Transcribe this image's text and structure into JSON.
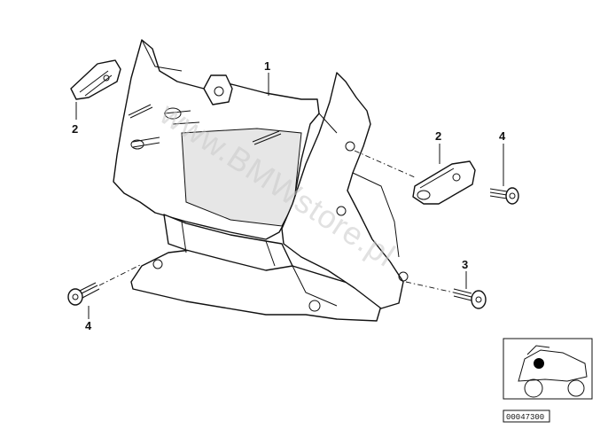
{
  "callouts": [
    {
      "id": "1",
      "label": "1"
    },
    {
      "id": "2a",
      "label": "2"
    },
    {
      "id": "2b",
      "label": "2"
    },
    {
      "id": "3",
      "label": "3"
    },
    {
      "id": "4a",
      "label": "4"
    },
    {
      "id": "4b",
      "label": "4"
    }
  ],
  "watermark": "www.BMWstore.pl",
  "reference_number": "00047300"
}
